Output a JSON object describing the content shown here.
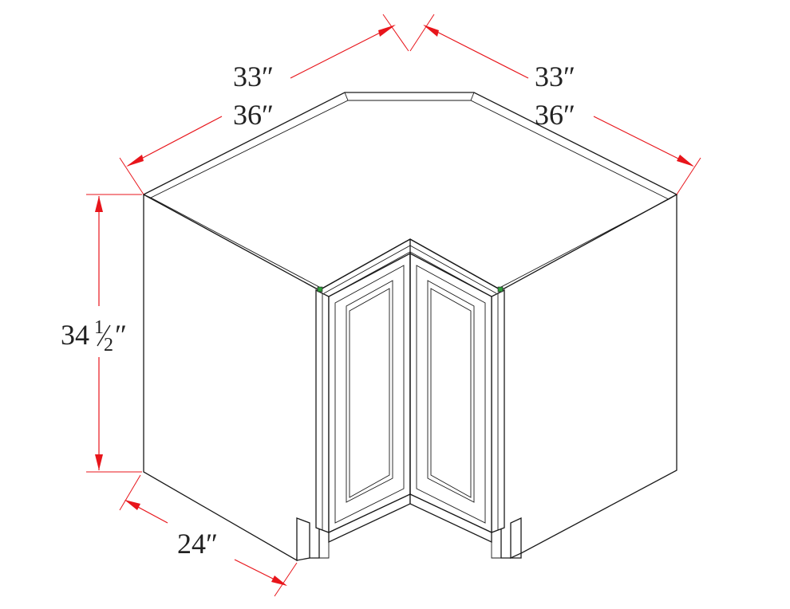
{
  "dimensions": {
    "top_left_inner": "33″",
    "top_left_outer": "36″",
    "top_right_inner": "33″",
    "top_right_outer": "36″",
    "height_whole": "34",
    "height_frac_num": "1",
    "height_frac_den": "2",
    "height_inch": "″",
    "depth": "24″"
  },
  "colors": {
    "dimension_line": "#e8151b",
    "outline": "#1a1a1a",
    "hinge_marker": "#2e9e3a"
  }
}
